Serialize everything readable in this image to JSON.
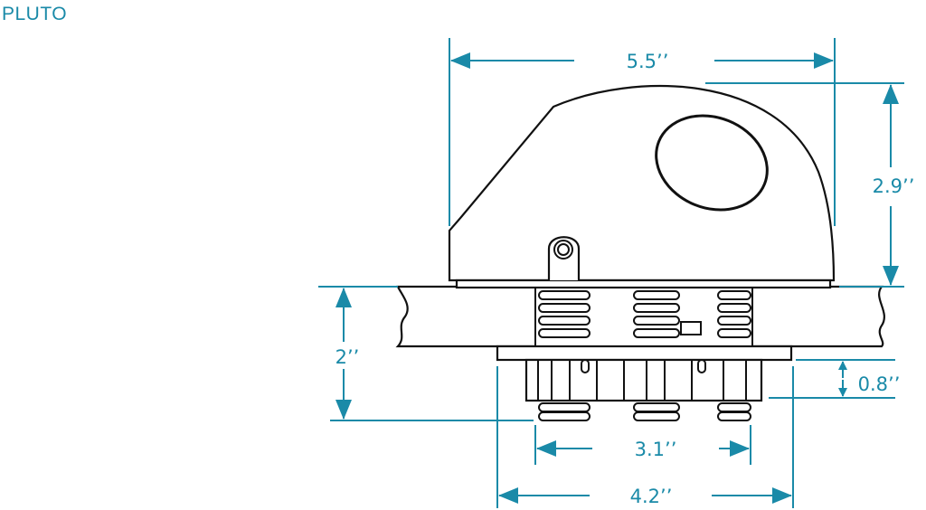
{
  "title": "PLUTO",
  "dimensions": {
    "overall_width": "5.5’’",
    "dome_height": "2.9’’",
    "counter_thickness": "2’’",
    "flange_depth": "0.8’’",
    "body_width": "3.1’’",
    "flange_width": "4.2’’"
  },
  "colors": {
    "accent": "#1a8aa8",
    "line": "#111111"
  }
}
